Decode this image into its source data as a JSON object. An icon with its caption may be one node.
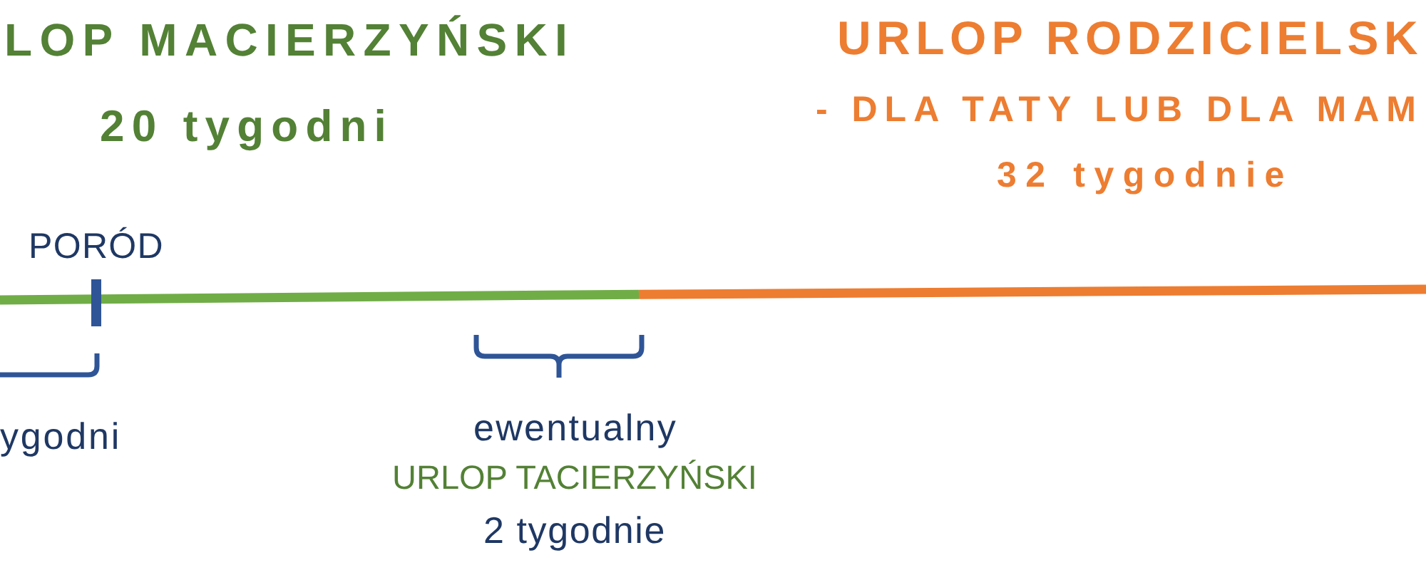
{
  "diagram": {
    "labels": [
      "LOP MACIERZYŃSKI",
      "URLOP RODZICIELSK",
      "20 tygodni",
      "- DLA TATY LUB DLA MAM",
      "32 tygodnie",
      "PORÓD",
      "ygodni",
      "ewentualny",
      "URLOP TACIERZYŃSKI",
      "2 tygodnie"
    ]
  }
}
